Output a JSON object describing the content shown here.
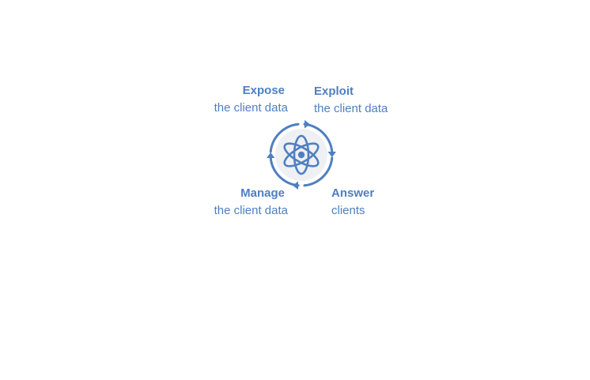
{
  "diagram": {
    "center_icon": "atom-icon",
    "cycle_icon": "circular-arrows-icon",
    "colors": {
      "accent": "#4f7fc0",
      "icon_fill": "#eef0f4"
    },
    "stages": {
      "expose": {
        "title": "Expose",
        "subtitle": "the client data"
      },
      "exploit": {
        "title": "Exploit",
        "subtitle": "the client data"
      },
      "manage": {
        "title": "Manage",
        "subtitle": "the client data"
      },
      "answer": {
        "title": "Answer",
        "subtitle": "clients"
      }
    }
  }
}
